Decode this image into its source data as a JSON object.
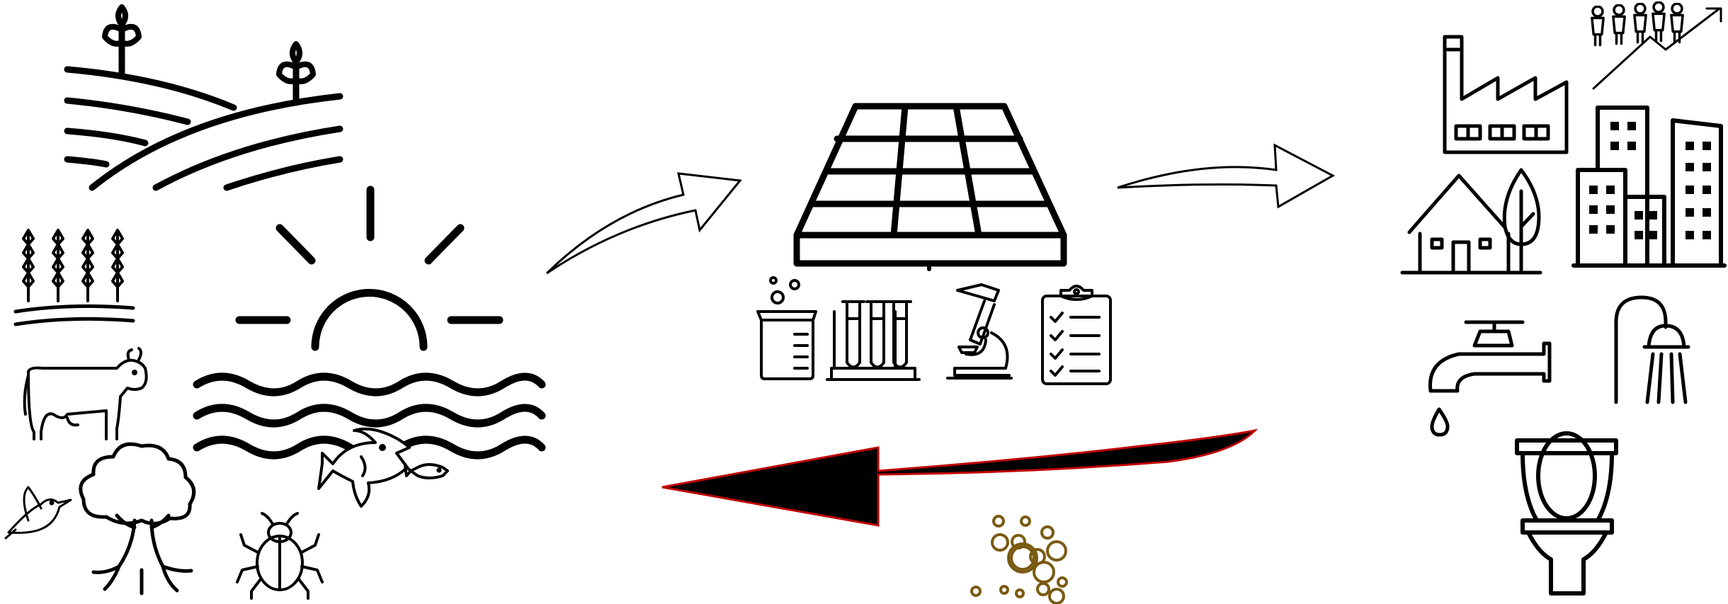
{
  "diagram": {
    "groups": [
      {
        "id": "environment",
        "icons": [
          "farmland-hills-icon",
          "wheat-icon",
          "cow-icon",
          "hummingbird-icon",
          "tree-icon",
          "beetle-icon",
          "sunrise-over-water-icon",
          "fish-icon"
        ]
      },
      {
        "id": "assessment",
        "icons": [
          "solar-panel-icon",
          "beaker-icon",
          "test-tubes-icon",
          "microscope-icon",
          "clipboard-checklist-icon"
        ]
      },
      {
        "id": "human-use",
        "icons": [
          "factory-icon",
          "population-growth-icon",
          "house-icon",
          "city-buildings-icon",
          "water-tap-icon",
          "shower-icon",
          "toilet-icon"
        ]
      }
    ],
    "flows": [
      {
        "from": "environment",
        "to": "assessment",
        "style": "outline"
      },
      {
        "from": "assessment",
        "to": "human-use",
        "style": "outline"
      },
      {
        "from": "human-use",
        "to": "environment",
        "style": "filled",
        "marker": "pollutant-bubbles-icon"
      }
    ],
    "colors": {
      "stroke": "#000000",
      "return_arrow_fill": "#000000",
      "return_arrow_outline": "#c00000",
      "bubbles": "#7a5a12"
    }
  }
}
